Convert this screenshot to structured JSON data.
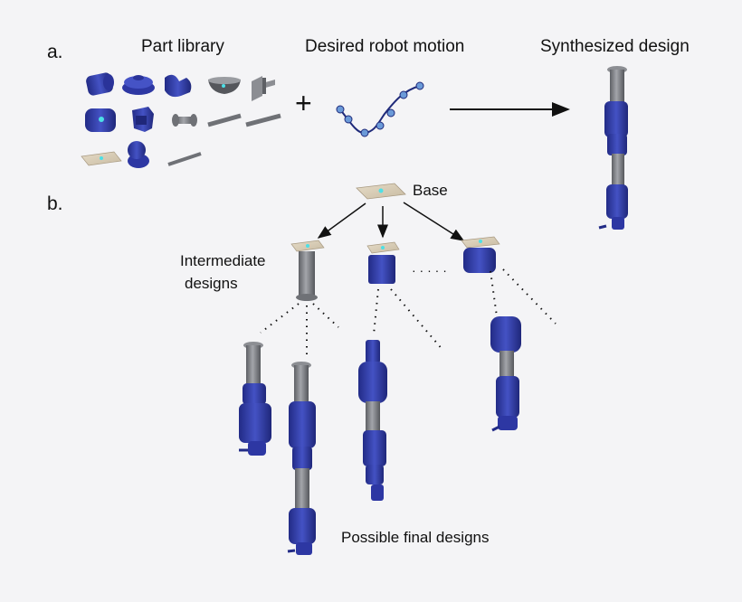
{
  "panel_a": {
    "label": "a.",
    "part_library_title": "Part library",
    "motion_title": "Desired robot motion",
    "synth_title": "Synthesized design",
    "plus": "+"
  },
  "panel_b": {
    "label": "b.",
    "base": "Base",
    "intermediate_line1": "Intermediate",
    "intermediate_line2": "designs",
    "final": "Possible final designs",
    "ellipsis": "· · · · ·"
  },
  "colors": {
    "background": "#f4f4f6",
    "robot_blue": "#3a46b8",
    "robot_blue_dark": "#222b86",
    "link_gray": "#7d7f84",
    "base_plate": "#d9cdb8",
    "motion_point": "#6b9ad8"
  },
  "icons": [
    "blue-motor-part-icon",
    "round-base-part-icon",
    "bracket-part-icon",
    "gray-bowl-part-icon",
    "hinge-part-icon",
    "motor-housing-part-icon",
    "u-bracket-part-icon",
    "spool-part-icon",
    "rod-part-icon",
    "base-plate-part-icon",
    "ball-joint-part-icon"
  ]
}
